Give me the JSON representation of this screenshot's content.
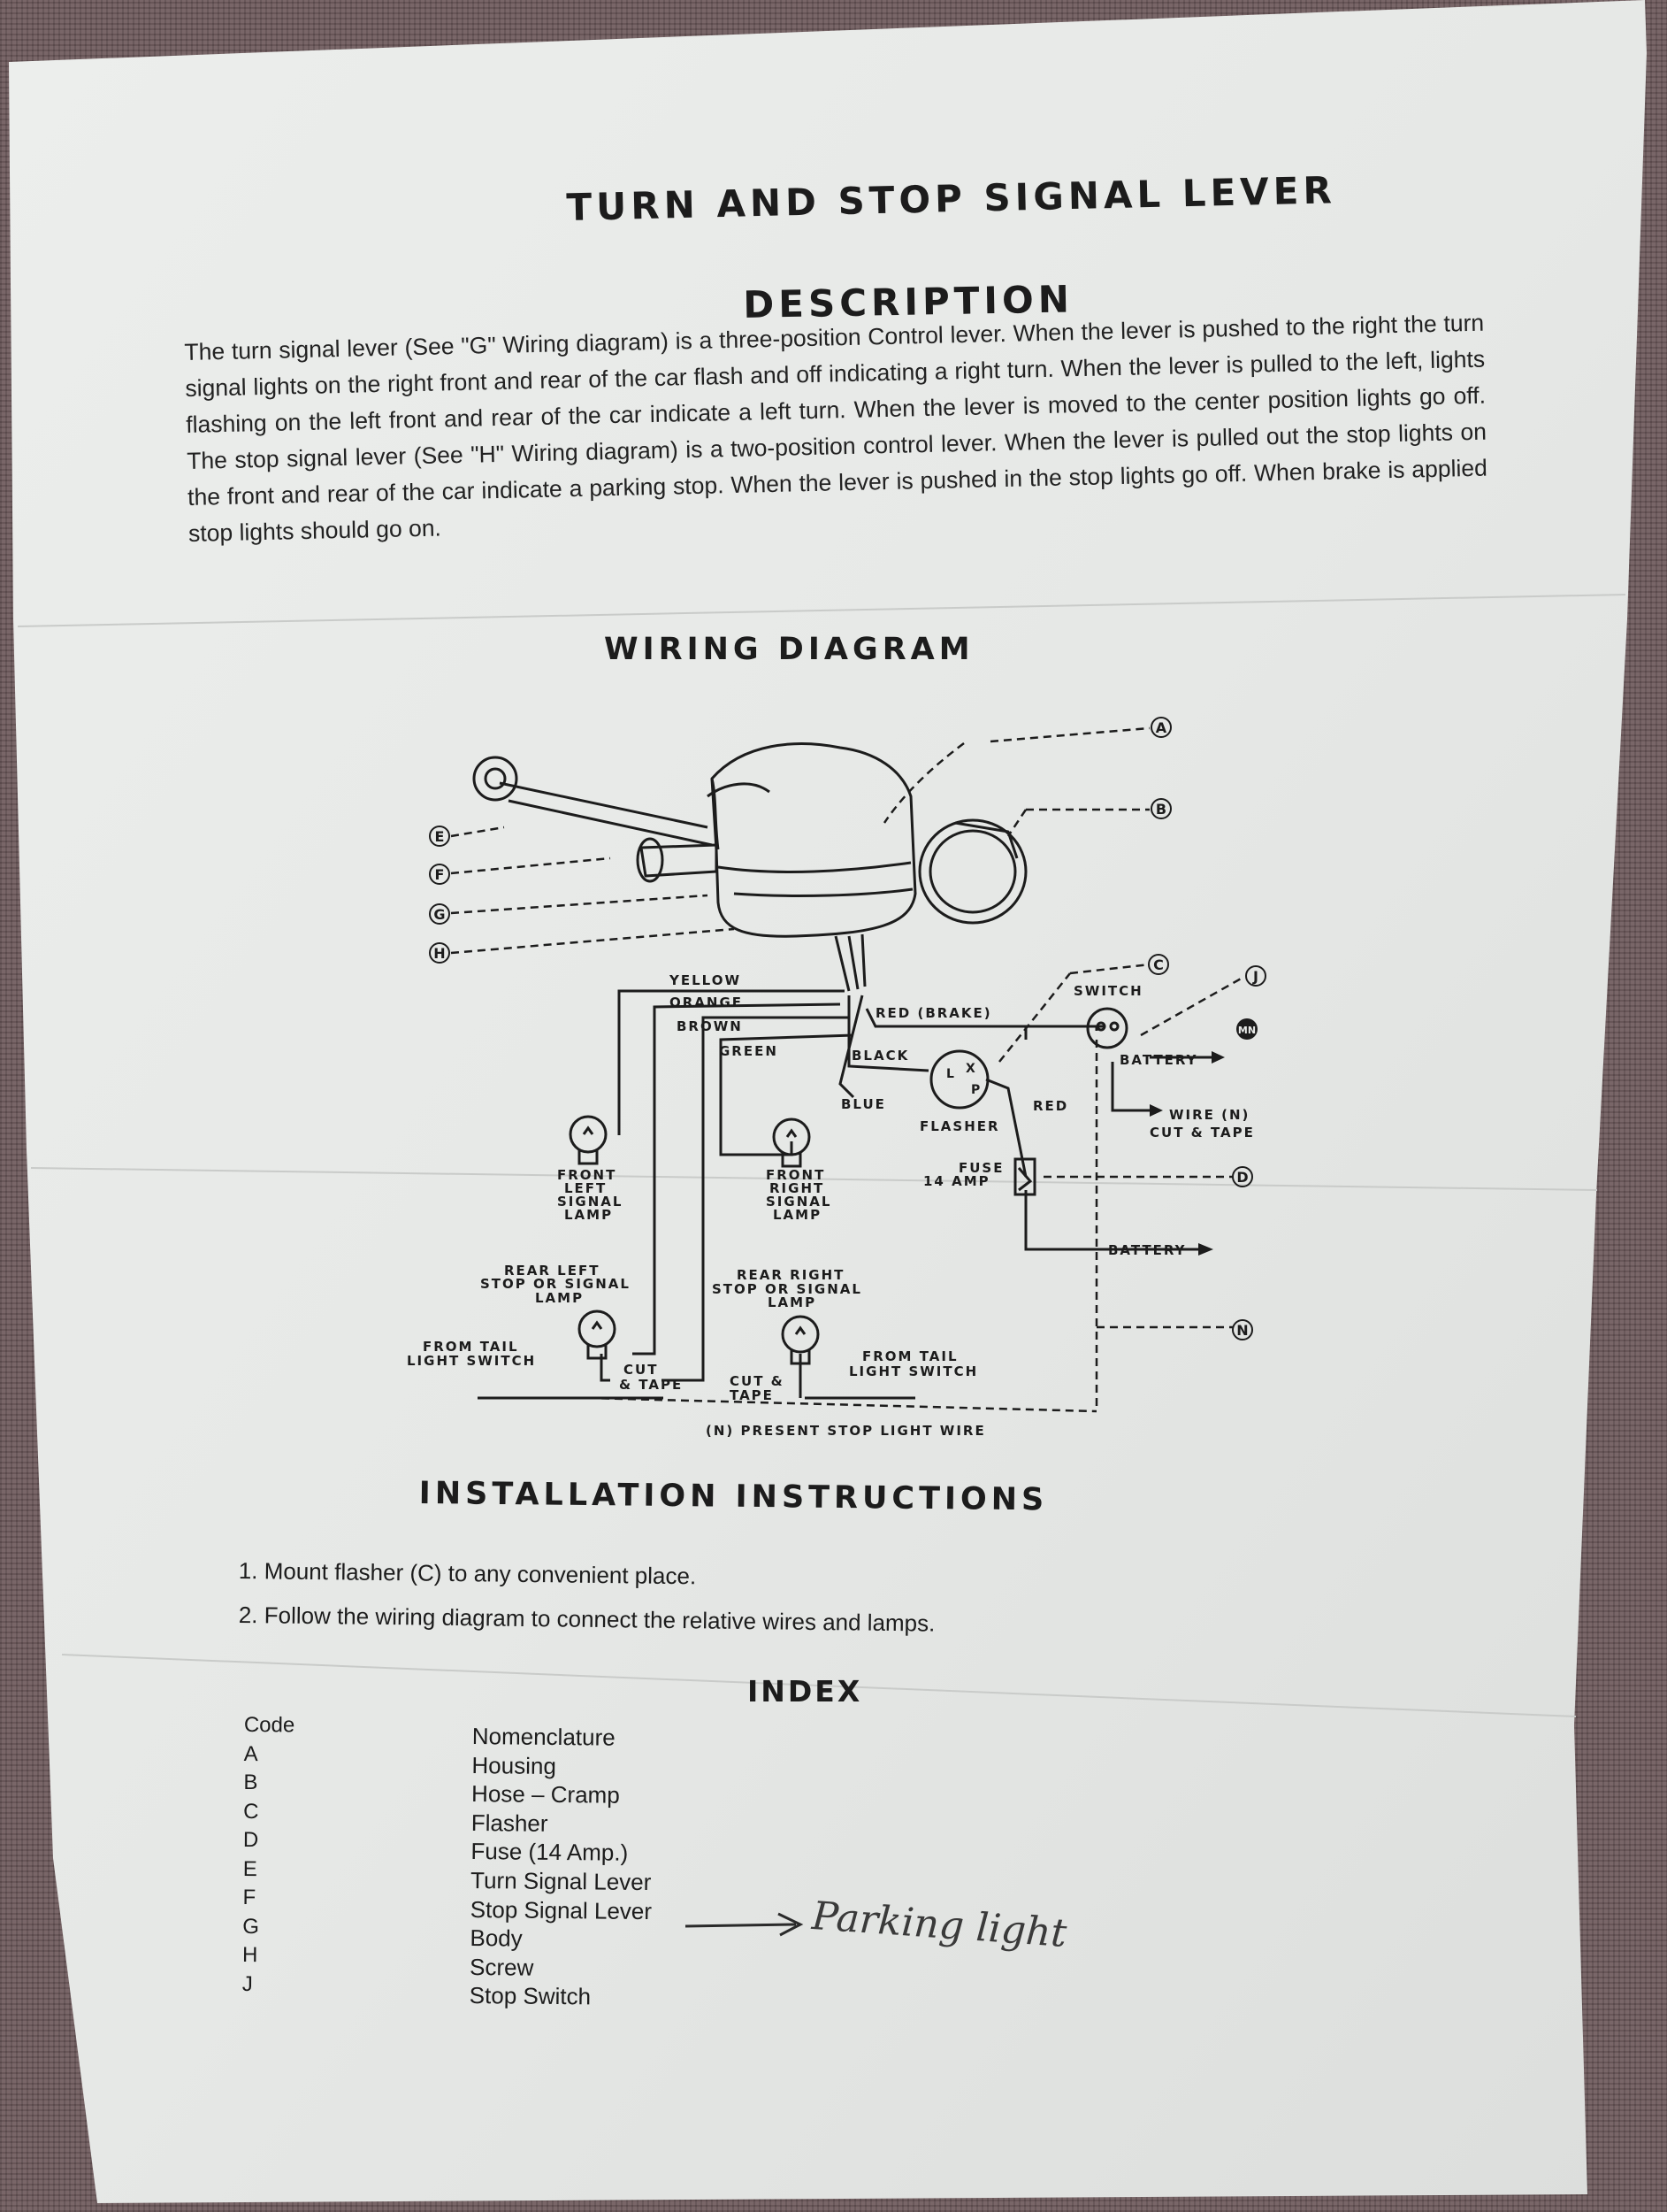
{
  "document": {
    "title": "TURN AND STOP SIGNAL LEVER",
    "description_heading": "DESCRIPTION",
    "description": "The turn signal lever (See \"G\" Wiring diagram) is a three-position Control lever.  When the lever is pushed to the right the turn signal lights on the right front and rear of the car flash and off indicating a right turn.  When the lever is pulled to the left, lights flashing on the left front and rear of the car indicate a left turn.  When the lever is moved to the center position lights go off.  The stop signal lever (See \"H\" Wiring diagram) is a two-position control lever.  When the lever is pulled out the stop lights on the front and rear of the car indicate a parking stop.  When the lever is pushed in the stop lights go off. When brake is applied stop lights should go on.",
    "wiring_heading": "WIRING DIAGRAM",
    "installation_heading": "INSTALLATION INSTRUCTIONS",
    "steps": [
      "1.  Mount flasher (C) to any convenient place.",
      "2.  Follow the wiring diagram to connect the relative wires and lamps."
    ],
    "index_heading": "INDEX",
    "index_code_header": "Code",
    "index_codes": [
      "A",
      "B",
      "C",
      "D",
      "E",
      "F",
      "G",
      "H",
      "J"
    ],
    "index_names": [
      "Nomenclature",
      "Housing",
      "Hose – Cramp",
      "Flasher",
      "Fuse (14 Amp.)",
      "Turn Signal Lever",
      "Stop Signal Lever",
      "Body",
      "Screw",
      "Stop Switch"
    ],
    "handwritten_note": "Parking light"
  },
  "diagram": {
    "callouts": [
      "A",
      "B",
      "C",
      "D",
      "E",
      "F",
      "G",
      "H",
      "J",
      "N",
      "MN"
    ],
    "wires": {
      "yellow": "YELLOW",
      "orange": "ORANGE",
      "brown": "BROWN",
      "green": "GREEN",
      "red_brake": "RED  (BRAKE)",
      "black": "BLACK",
      "blue": "BLUE",
      "red": "RED"
    },
    "flasher_terminals": {
      "l": "L",
      "x": "X",
      "p": "P"
    },
    "labels": {
      "switch": "SWITCH",
      "battery_top": "BATTERY",
      "flasher": "FLASHER",
      "fuse": [
        "FUSE",
        "14  AMP"
      ],
      "wire_cut_tape": [
        "WIRE  (N)",
        "CUT  &  TAPE"
      ],
      "battery_bottom": "BATTERY",
      "front_left_lamp": [
        "FRONT",
        "LEFT",
        "SIGNAL",
        "LAMP"
      ],
      "front_right_lamp": [
        "FRONT",
        "RIGHT",
        "SIGNAL",
        "LAMP"
      ],
      "rear_left_lamp": [
        "REAR  LEFT",
        "STOP  OR  SIGNAL",
        "LAMP"
      ],
      "rear_right_lamp": [
        "REAR  RIGHT",
        "STOP  OR  SIGNAL",
        "LAMP"
      ],
      "from_tail_left": [
        "FROM  TAIL",
        "LIGHT  SWITCH"
      ],
      "from_tail_right": [
        "FROM  TAIL",
        "LIGHT  SWITCH"
      ],
      "cut_tape_left": [
        "CUT",
        "& TAPE"
      ],
      "cut_tape_right": [
        "CUT &",
        "TAPE"
      ],
      "present_stop": "(N)  PRESENT  STOP  LIGHT  WIRE"
    }
  },
  "colors": {
    "paper": "#e9ebe9",
    "ink": "#1c1c1c",
    "background": "#6e5a5c"
  }
}
